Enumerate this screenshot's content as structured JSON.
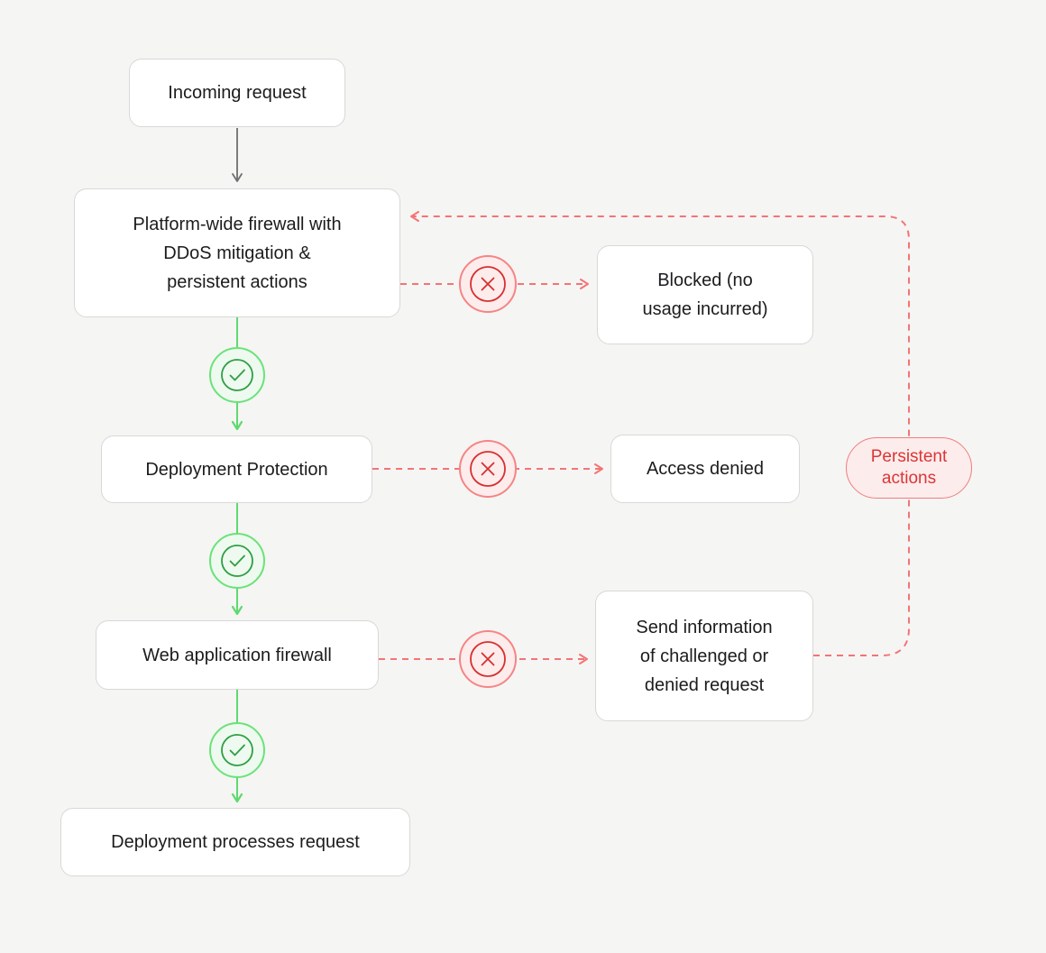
{
  "diagram": {
    "type": "flowchart",
    "nodes": {
      "incoming": {
        "label": "Incoming request"
      },
      "firewall": {
        "label": "Platform-wide firewall with\nDDoS mitigation &\npersistent actions"
      },
      "blocked": {
        "label": "Blocked (no\nusage incurred)"
      },
      "deployment_protection": {
        "label": "Deployment Protection"
      },
      "access_denied": {
        "label": "Access denied"
      },
      "waf": {
        "label": "Web application firewall"
      },
      "send_info": {
        "label": "Send information\nof challenged or\ndenied request"
      },
      "processes": {
        "label": "Deployment processes request"
      },
      "persistent_actions": {
        "label": "Persistent\nactions"
      }
    },
    "edges": [
      {
        "from": "incoming",
        "to": "firewall",
        "style": "solid-gray"
      },
      {
        "from": "firewall",
        "to": "deployment_protection",
        "style": "solid-green",
        "badge": "check-icon"
      },
      {
        "from": "firewall",
        "to": "blocked",
        "style": "dashed-red",
        "badge": "x-icon"
      },
      {
        "from": "deployment_protection",
        "to": "waf",
        "style": "solid-green",
        "badge": "check-icon"
      },
      {
        "from": "deployment_protection",
        "to": "access_denied",
        "style": "dashed-red",
        "badge": "x-icon"
      },
      {
        "from": "waf",
        "to": "processes",
        "style": "solid-green",
        "badge": "check-icon"
      },
      {
        "from": "waf",
        "to": "send_info",
        "style": "dashed-red",
        "badge": "x-icon"
      },
      {
        "from": "send_info",
        "to": "firewall",
        "style": "dashed-red",
        "via": "persistent_actions"
      }
    ],
    "colors": {
      "background": "#f5f5f4",
      "node_fill": "#ffffff",
      "node_border": "#d8d8d6",
      "text": "#1c1c1e",
      "green_line": "#5fd96f",
      "green_badge_fill": "#eefaef",
      "green_badge_border": "#6be279",
      "green_icon": "#2e9e44",
      "red_line": "#f47474",
      "red_badge_fill": "#fdecec",
      "red_badge_border": "#f58585",
      "red_icon": "#d63030",
      "red_pill_text": "#dc3535",
      "gray_arrow": "#6f6f6f"
    }
  }
}
